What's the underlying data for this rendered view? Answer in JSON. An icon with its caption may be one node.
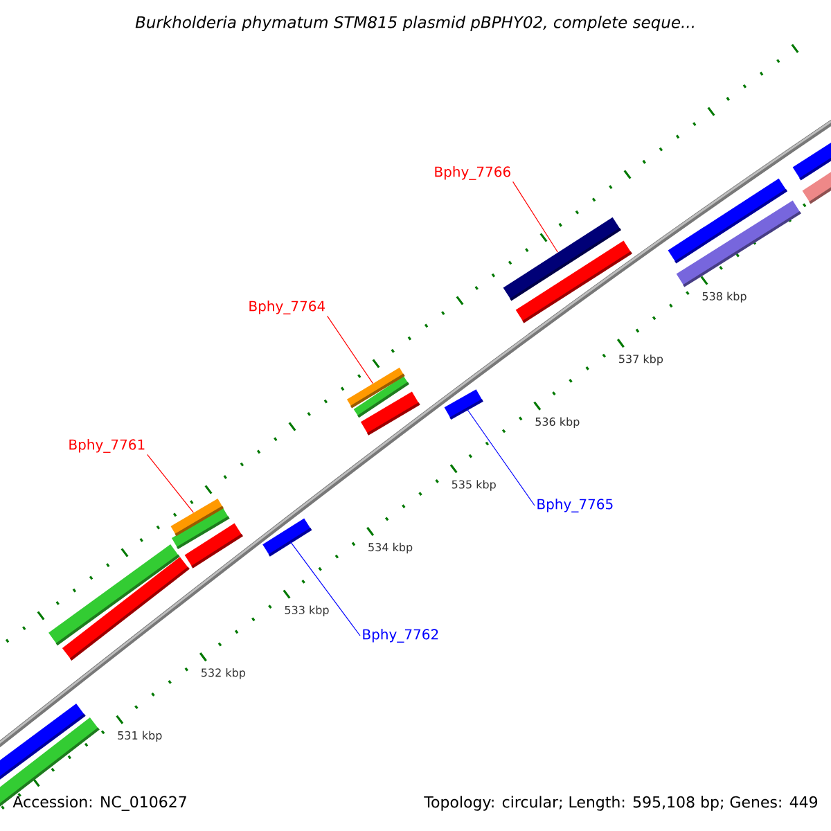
{
  "diagram": {
    "title": "Burkholderia phymatum STM815 plasmid pBPHY02, complete seque...",
    "nodes": [
      {
        "text": [
          "Bphy_7766"
        ]
      },
      {
        "text": [],
        "shape": "bar"
      },
      {
        "text": [
          "Bphy_7764"
        ]
      },
      {
        "text": [],
        "shape": "bar"
      },
      {
        "text": [
          "Bphy_7761"
        ]
      },
      {
        "text": [],
        "shape": "bar"
      },
      {
        "text": [
          "Bphy_7765"
        ]
      },
      {
        "text": [],
        "shape": "bar"
      },
      {
        "text": [
          "Bphy_7762"
        ]
      },
      {
        "text": [],
        "shape": "bar"
      }
    ],
    "edges": [
      {
        "from": 0,
        "to": 1,
        "arrow": "none"
      },
      {
        "from": 2,
        "to": 3,
        "arrow": "none"
      },
      {
        "from": 4,
        "to": 5,
        "arrow": "none"
      },
      {
        "from": 6,
        "to": 7,
        "arrow": "none",
        "color": "#0000ff"
      },
      {
        "from": 8,
        "to": 9,
        "arrow": "none",
        "color": "#0000ff"
      }
    ],
    "labels": [
      "531 kbp",
      "532 kbp",
      "533 kbp",
      "534 kbp",
      "535 kbp",
      "536 kbp",
      "537 kbp",
      "538 kbp",
      "Accession: NC_010627",
      "Topology: circular; Length: 595,108 bp; Genes: 449"
    ]
  }
}
